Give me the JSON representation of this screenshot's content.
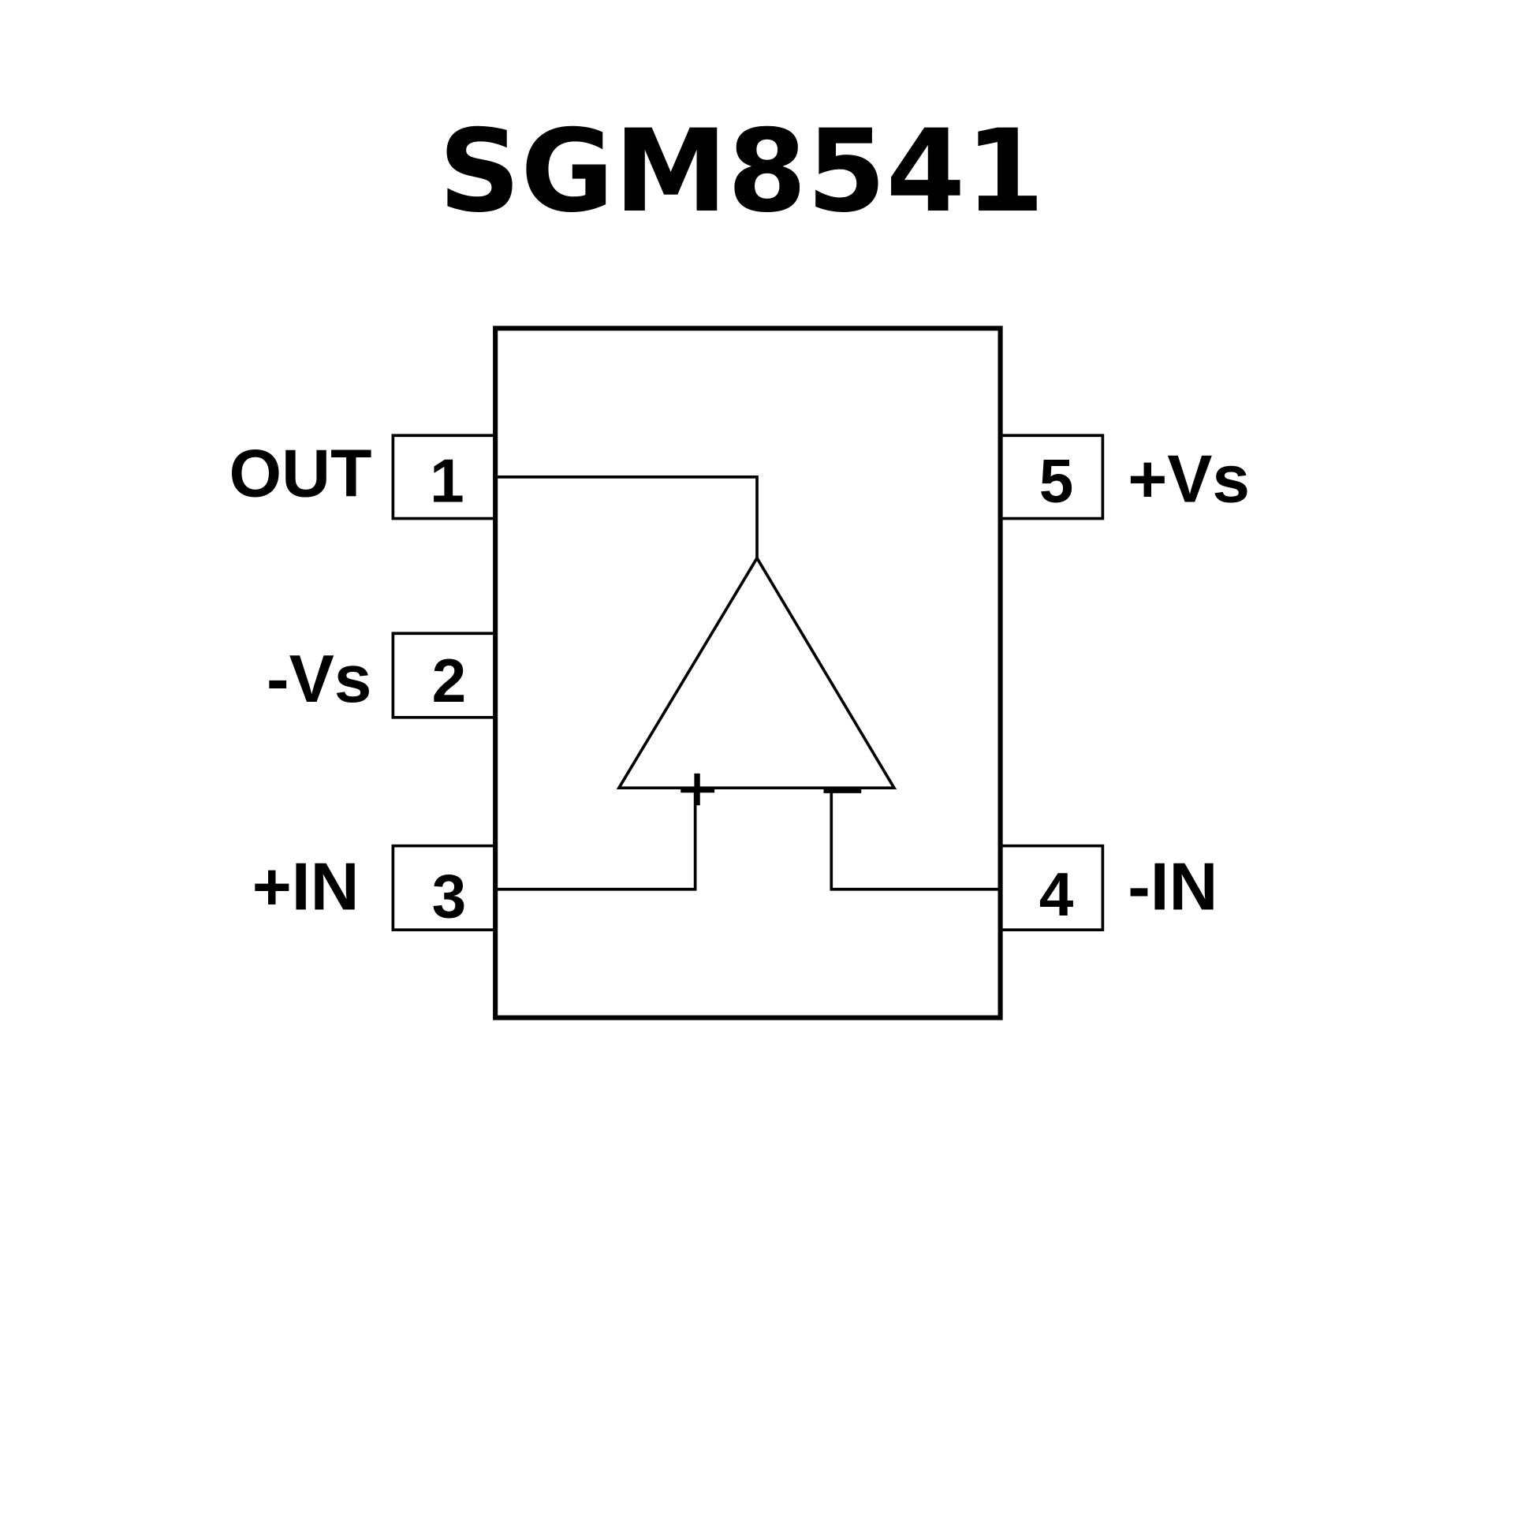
{
  "title": "SGM8541",
  "colors": {
    "ink": "#000000",
    "background": "#ffffff"
  },
  "pins": [
    {
      "number": "1",
      "name": "OUT"
    },
    {
      "number": "2",
      "name": "-Vs"
    },
    {
      "number": "3",
      "name": "+IN"
    },
    {
      "number": "4",
      "name": "-IN"
    },
    {
      "number": "5",
      "name": "+Vs"
    }
  ],
  "opamp": {
    "plus_symbol": "+",
    "minus_symbol": "−"
  }
}
